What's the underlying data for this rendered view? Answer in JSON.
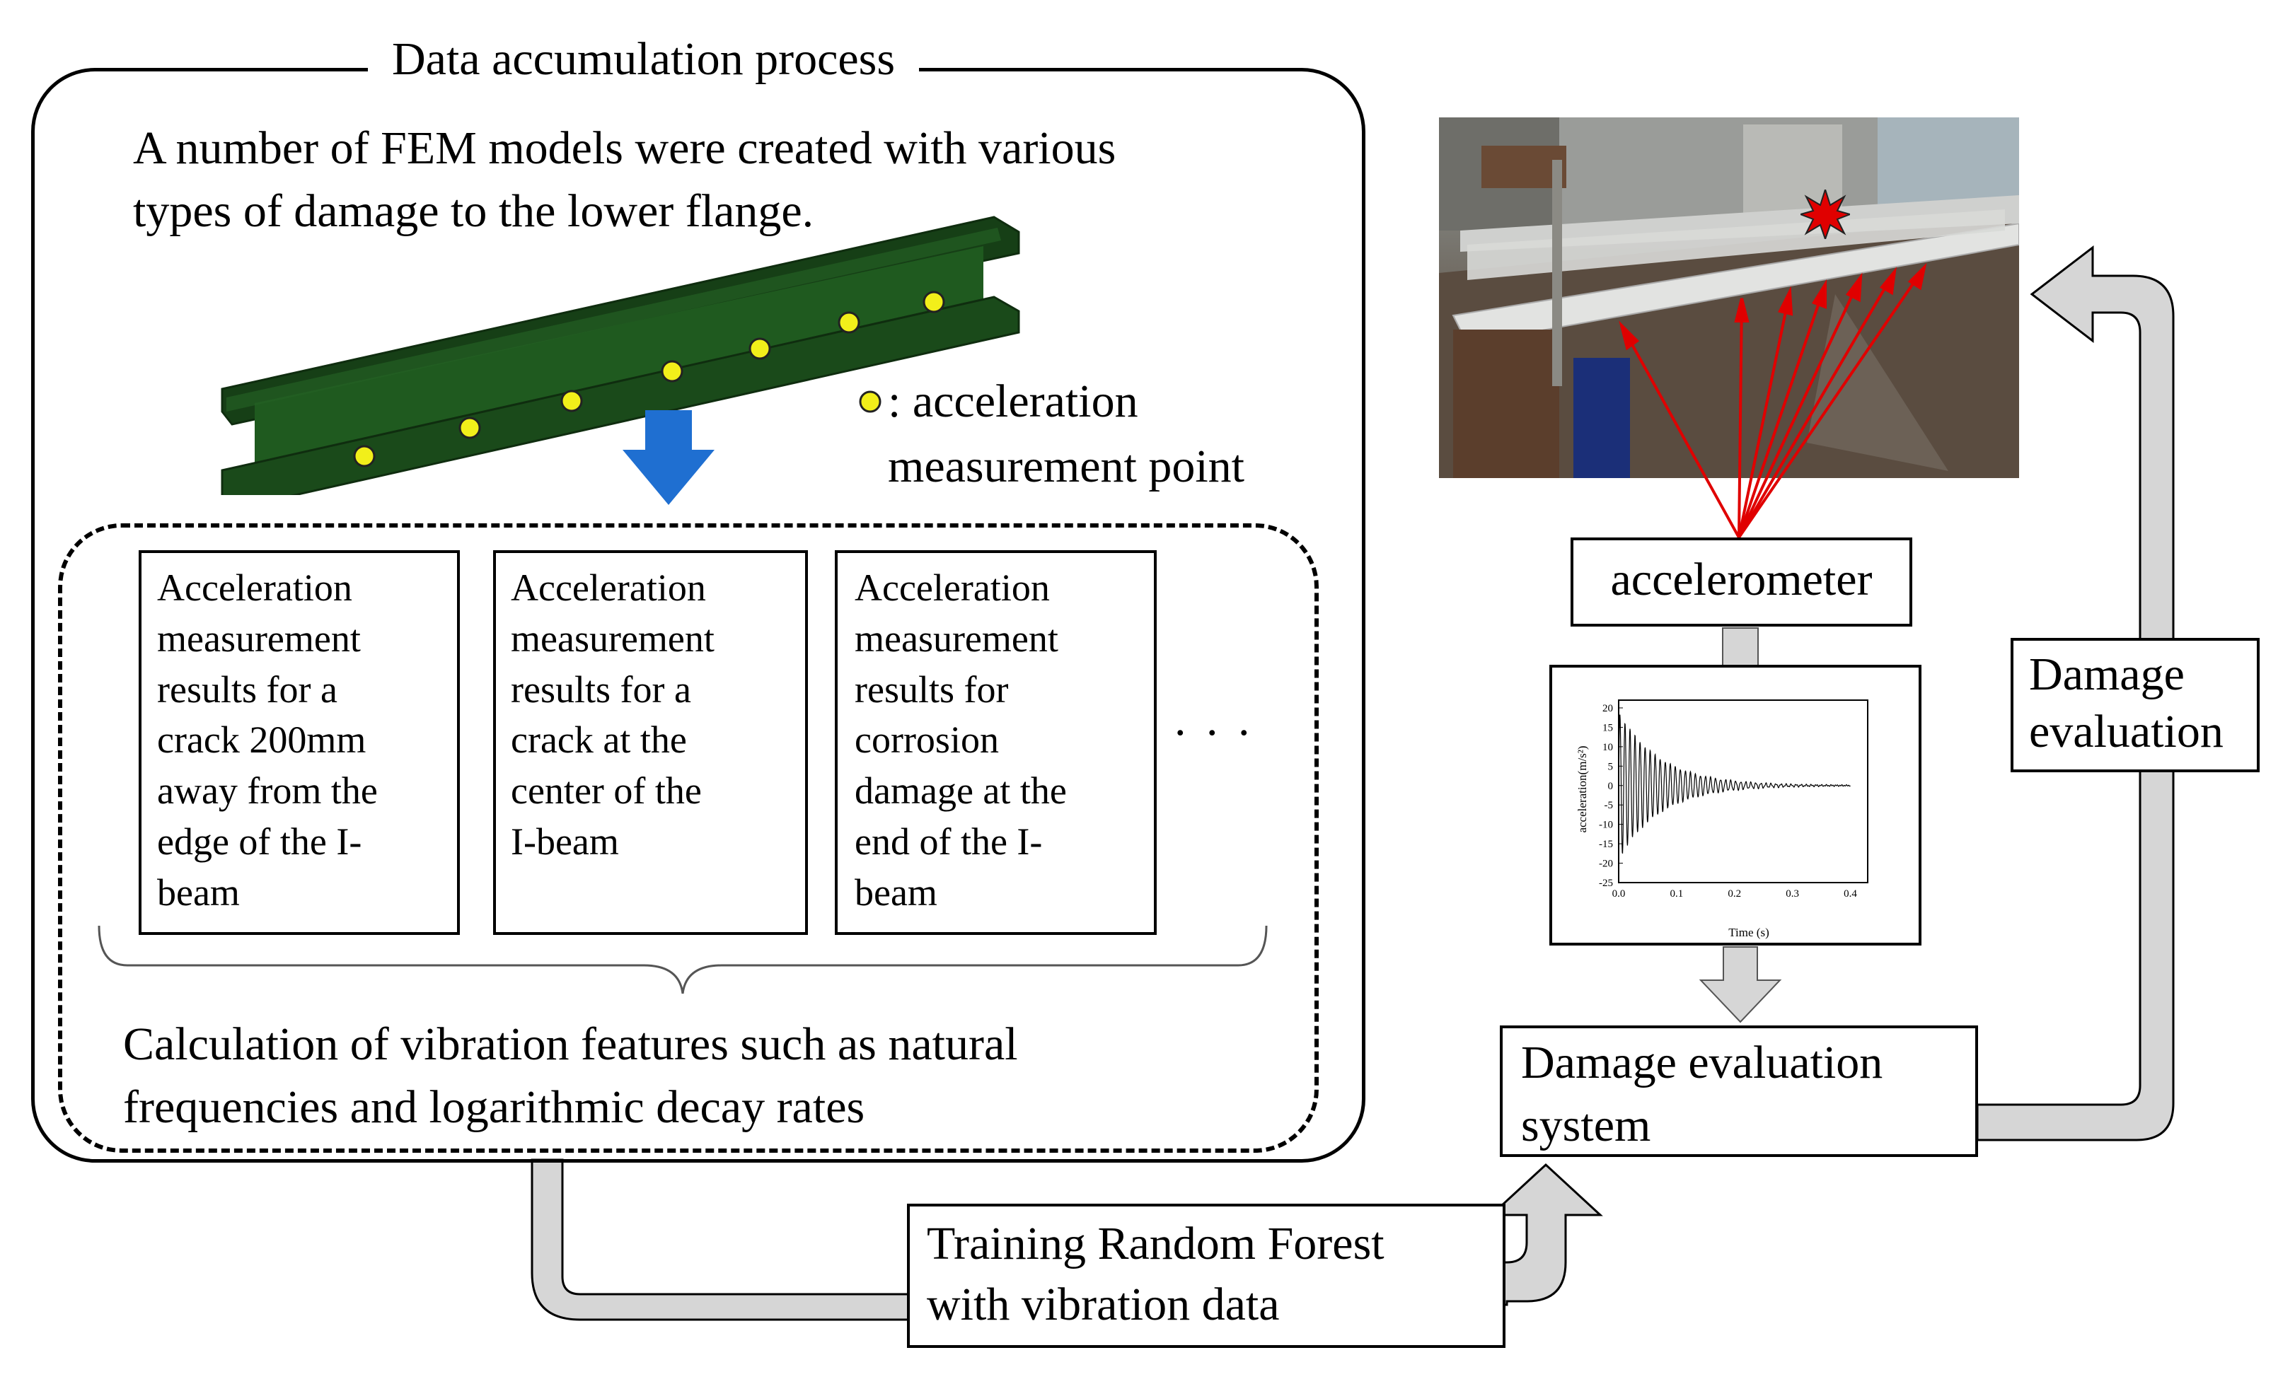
{
  "diagram": {
    "data_accumulation": {
      "title": "Data accumulation process",
      "intro": "A number of FEM models were created with various\ntypes of damage to the lower flange.",
      "legend": ": acceleration\nmeasurement point",
      "results": [
        "Acceleration\nmeasurement\nresults for a\ncrack 200mm\naway from the\nedge of the I-\nbeam",
        "Acceleration\nmeasurement\nresults for a\ncrack at the\ncenter of the\n I-beam",
        "Acceleration\nmeasurement\nresults for\ncorrosion\ndamage at the\nend of the I-\nbeam"
      ],
      "ellipsis": ". . .",
      "features": "Calculation of vibration features such as natural\nfrequencies and logarithmic decay rates"
    },
    "accelerometer": "accelerometer",
    "signal_plot": {
      "ylabel": "acceleration(m/s²)",
      "xlabel": "Time (s)",
      "y_ticks": [
        "20",
        "15",
        "10",
        "5",
        "0",
        "-5",
        "-10",
        "-15",
        "-20",
        "-25"
      ],
      "x_ticks": [
        "0.0",
        "0.1",
        "0.2",
        "0.3",
        "0.4"
      ]
    },
    "damage_evaluation_system": "Damage evaluation\nsystem",
    "training": "Training Random Forest\nwith vibration data",
    "damage_evaluation": "Damage\nevaluation",
    "colors": {
      "beam": "#1f5a1f",
      "point": "#f2ef1a",
      "down_arrow": "#1f6fd1",
      "flow_arrow": "#d6d6d6",
      "signal_arrow": "#e00000"
    }
  }
}
